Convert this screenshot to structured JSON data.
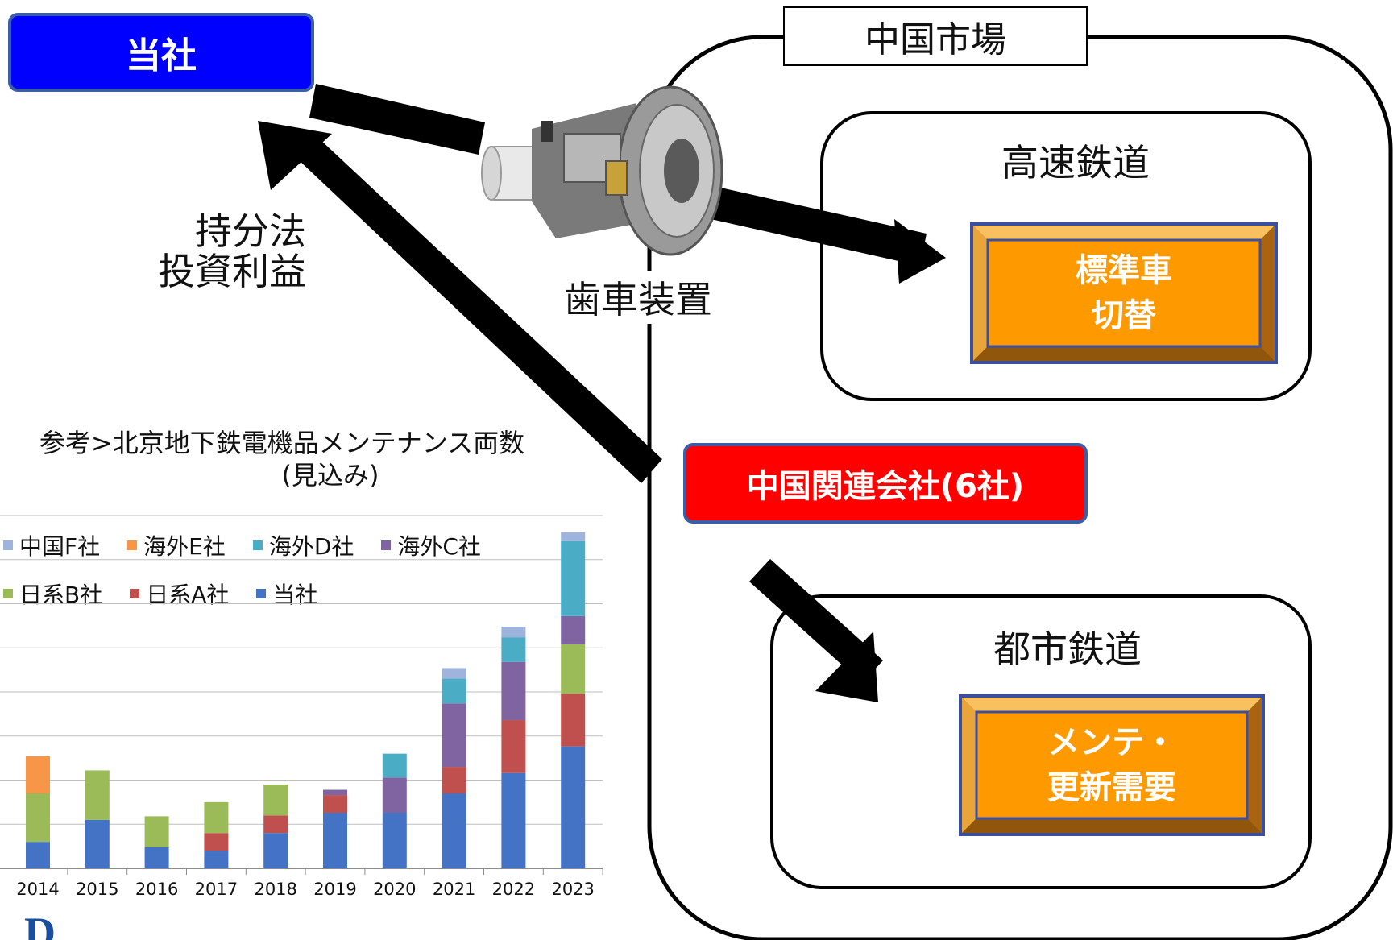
{
  "company_box": {
    "label": "当社",
    "color": "#0000ff"
  },
  "equity_label": {
    "line1": "持分法",
    "line2": "投資利益"
  },
  "gear": {
    "label": "歯車装置"
  },
  "market": {
    "title": "中国市場"
  },
  "high_speed": {
    "title": "高速鉄道",
    "box_line1": "標準車",
    "box_line2": "切替"
  },
  "urban": {
    "title": "都市鉄道",
    "box_line1": "メンテ・",
    "box_line2": "更新需要"
  },
  "affiliates_box": {
    "label": "中国関連会社(6社)",
    "color": "#ff0000"
  },
  "chart_data": {
    "type": "bar",
    "stacked": true,
    "title": "参考>北京地下鉄電機品メンテナンス両数",
    "subtitle": "(見込み)",
    "categories": [
      "2014",
      "2015",
      "2016",
      "2017",
      "2018",
      "2019",
      "2020",
      "2021",
      "2022",
      "2023"
    ],
    "series": [
      {
        "name": "当社",
        "color": "#4472c4",
        "values": [
          30,
          55,
          24,
          20,
          40,
          63,
          63,
          85,
          108,
          138
        ]
      },
      {
        "name": "日系A社",
        "color": "#c0504d",
        "values": [
          0,
          0,
          0,
          20,
          20,
          20,
          0,
          30,
          60,
          60
        ]
      },
      {
        "name": "日系B社",
        "color": "#9bbb59",
        "values": [
          55,
          56,
          35,
          35,
          35,
          0,
          0,
          0,
          0,
          56
        ]
      },
      {
        "name": "海外C社",
        "color": "#8064a2",
        "values": [
          0,
          0,
          0,
          0,
          0,
          6,
          40,
          72,
          66,
          32
        ]
      },
      {
        "name": "海外D社",
        "color": "#4bacc6",
        "values": [
          0,
          0,
          0,
          0,
          0,
          0,
          27,
          28,
          28,
          85
        ]
      },
      {
        "name": "海外E社",
        "color": "#f79646",
        "values": [
          42,
          0,
          0,
          0,
          0,
          0,
          0,
          0,
          0,
          0
        ]
      },
      {
        "name": "中国F社",
        "color": "#9fb4dc",
        "values": [
          0,
          0,
          0,
          0,
          0,
          0,
          0,
          12,
          12,
          10
        ]
      }
    ],
    "legend": {
      "row1": [
        "中国F社",
        "海外E社",
        "海外D社",
        "海外C社"
      ],
      "row2": [
        "日系B社",
        "日系A社",
        "当社"
      ],
      "position": "top"
    },
    "ylim": [
      0,
      400
    ],
    "grid": true
  }
}
